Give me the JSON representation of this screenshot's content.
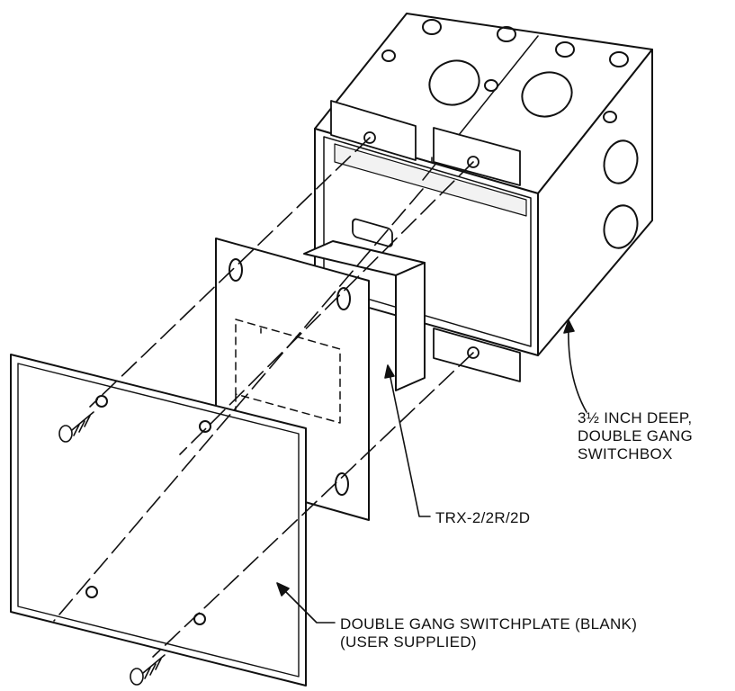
{
  "labels": {
    "switchbox": [
      "3½ INCH DEEP,",
      "DOUBLE GANG",
      "SWITCHBOX"
    ],
    "trx": "TRX-2/2R/2D",
    "switchplate": [
      "DOUBLE GANG SWITCHPLATE (BLANK)",
      "(USER SUPPLIED)"
    ]
  },
  "colors": {
    "ink": "#111111",
    "paper": "#ffffff",
    "shade": "#e6e6e6"
  }
}
